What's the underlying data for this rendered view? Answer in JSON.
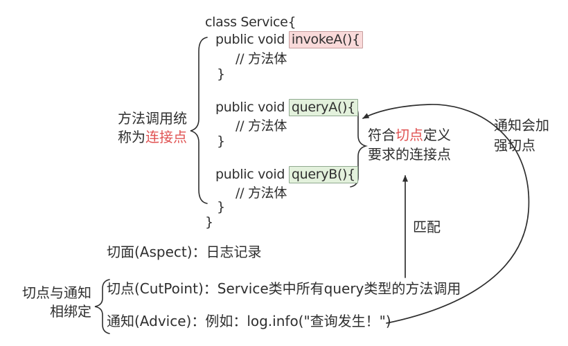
{
  "colors": {
    "ink": "#2e2e2e",
    "red": "#e05252",
    "pink_bg": "#f9dada",
    "pink_border": "#c79e9e",
    "green_bg": "#e3f1dc",
    "green_border": "#8fa98f"
  },
  "code": {
    "class_open": "class Service{",
    "methods": [
      {
        "prefix": "public void ",
        "name": "invokeA(){",
        "body": "// 方法体",
        "close": "}"
      },
      {
        "prefix": "public void ",
        "name": "queryA(){",
        "body": "// 方法体",
        "close": "}"
      },
      {
        "prefix": "public void ",
        "name": "queryB(){",
        "body": "// 方法体",
        "close": "}"
      }
    ],
    "class_close": "}"
  },
  "labels": {
    "joinpoint": {
      "line1": "方法调用统",
      "line2_prefix": "称为",
      "line2_red": "连接点"
    },
    "pointcut_match": {
      "line1_prefix": "符合",
      "line1_red": "切点",
      "line1_suffix": "定义",
      "line2": "要求的连接点"
    },
    "advice_note": {
      "line1": "通知会加",
      "line2": "强切点"
    },
    "match_arrow": "匹配",
    "binding": {
      "line1": "切点与通知",
      "line2": "相绑定"
    }
  },
  "definitions": {
    "aspect": "切面(Aspect)：日志记录",
    "cutpoint": "切点(CutPoint)：Service类中所有query类型的方法调用",
    "advice": "通知(Advice)：例如：log.info(\"查询发生！\")"
  }
}
